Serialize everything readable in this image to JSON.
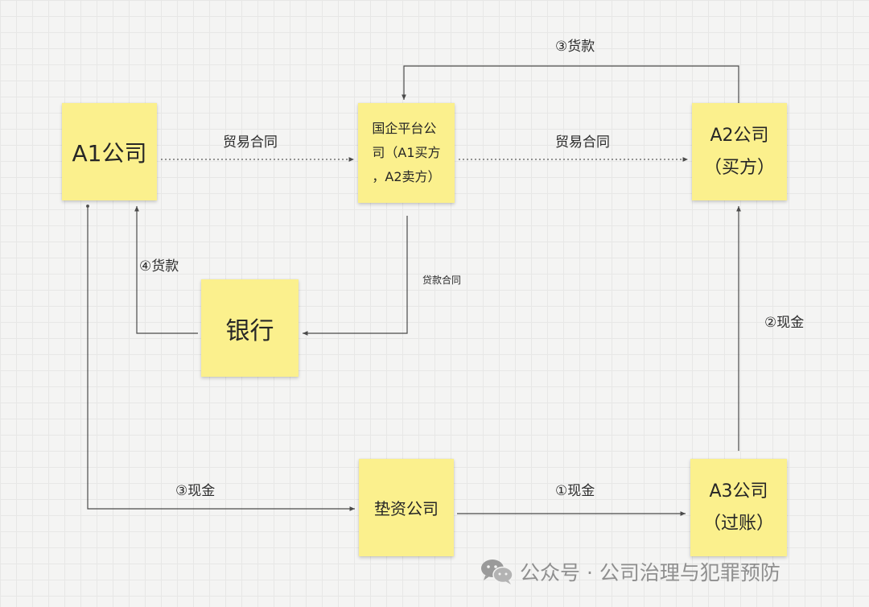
{
  "nodes": {
    "a1": {
      "label": "A1公司"
    },
    "platform": {
      "label": "国企平台公\n司（A1买方\n，A2卖方）"
    },
    "a2": {
      "label": "A2公司\n（买方）"
    },
    "bank": {
      "label": "银行"
    },
    "dianzi": {
      "label": "垫资公司"
    },
    "a3": {
      "label": "A3公司\n（过账）"
    }
  },
  "edges": {
    "a1_to_platform": {
      "label": "贸易合同"
    },
    "platform_to_a2": {
      "label": "贸易合同"
    },
    "a2_to_platform": {
      "label": "③货款"
    },
    "platform_to_bank": {
      "label": "贷款合同"
    },
    "bank_to_a1": {
      "label": "④货款"
    },
    "a3_to_a2": {
      "label": "②现金"
    },
    "a1_to_dianzi": {
      "label": "③现金"
    },
    "dianzi_to_a3": {
      "label": "①现金"
    }
  },
  "watermark": {
    "text": "公众号 · 公司治理与犯罪预防"
  },
  "colors": {
    "note": "#fbf08d",
    "line": "#4a4a4a",
    "background": "#f4f4f3",
    "watermark": "#8f8f8f"
  }
}
